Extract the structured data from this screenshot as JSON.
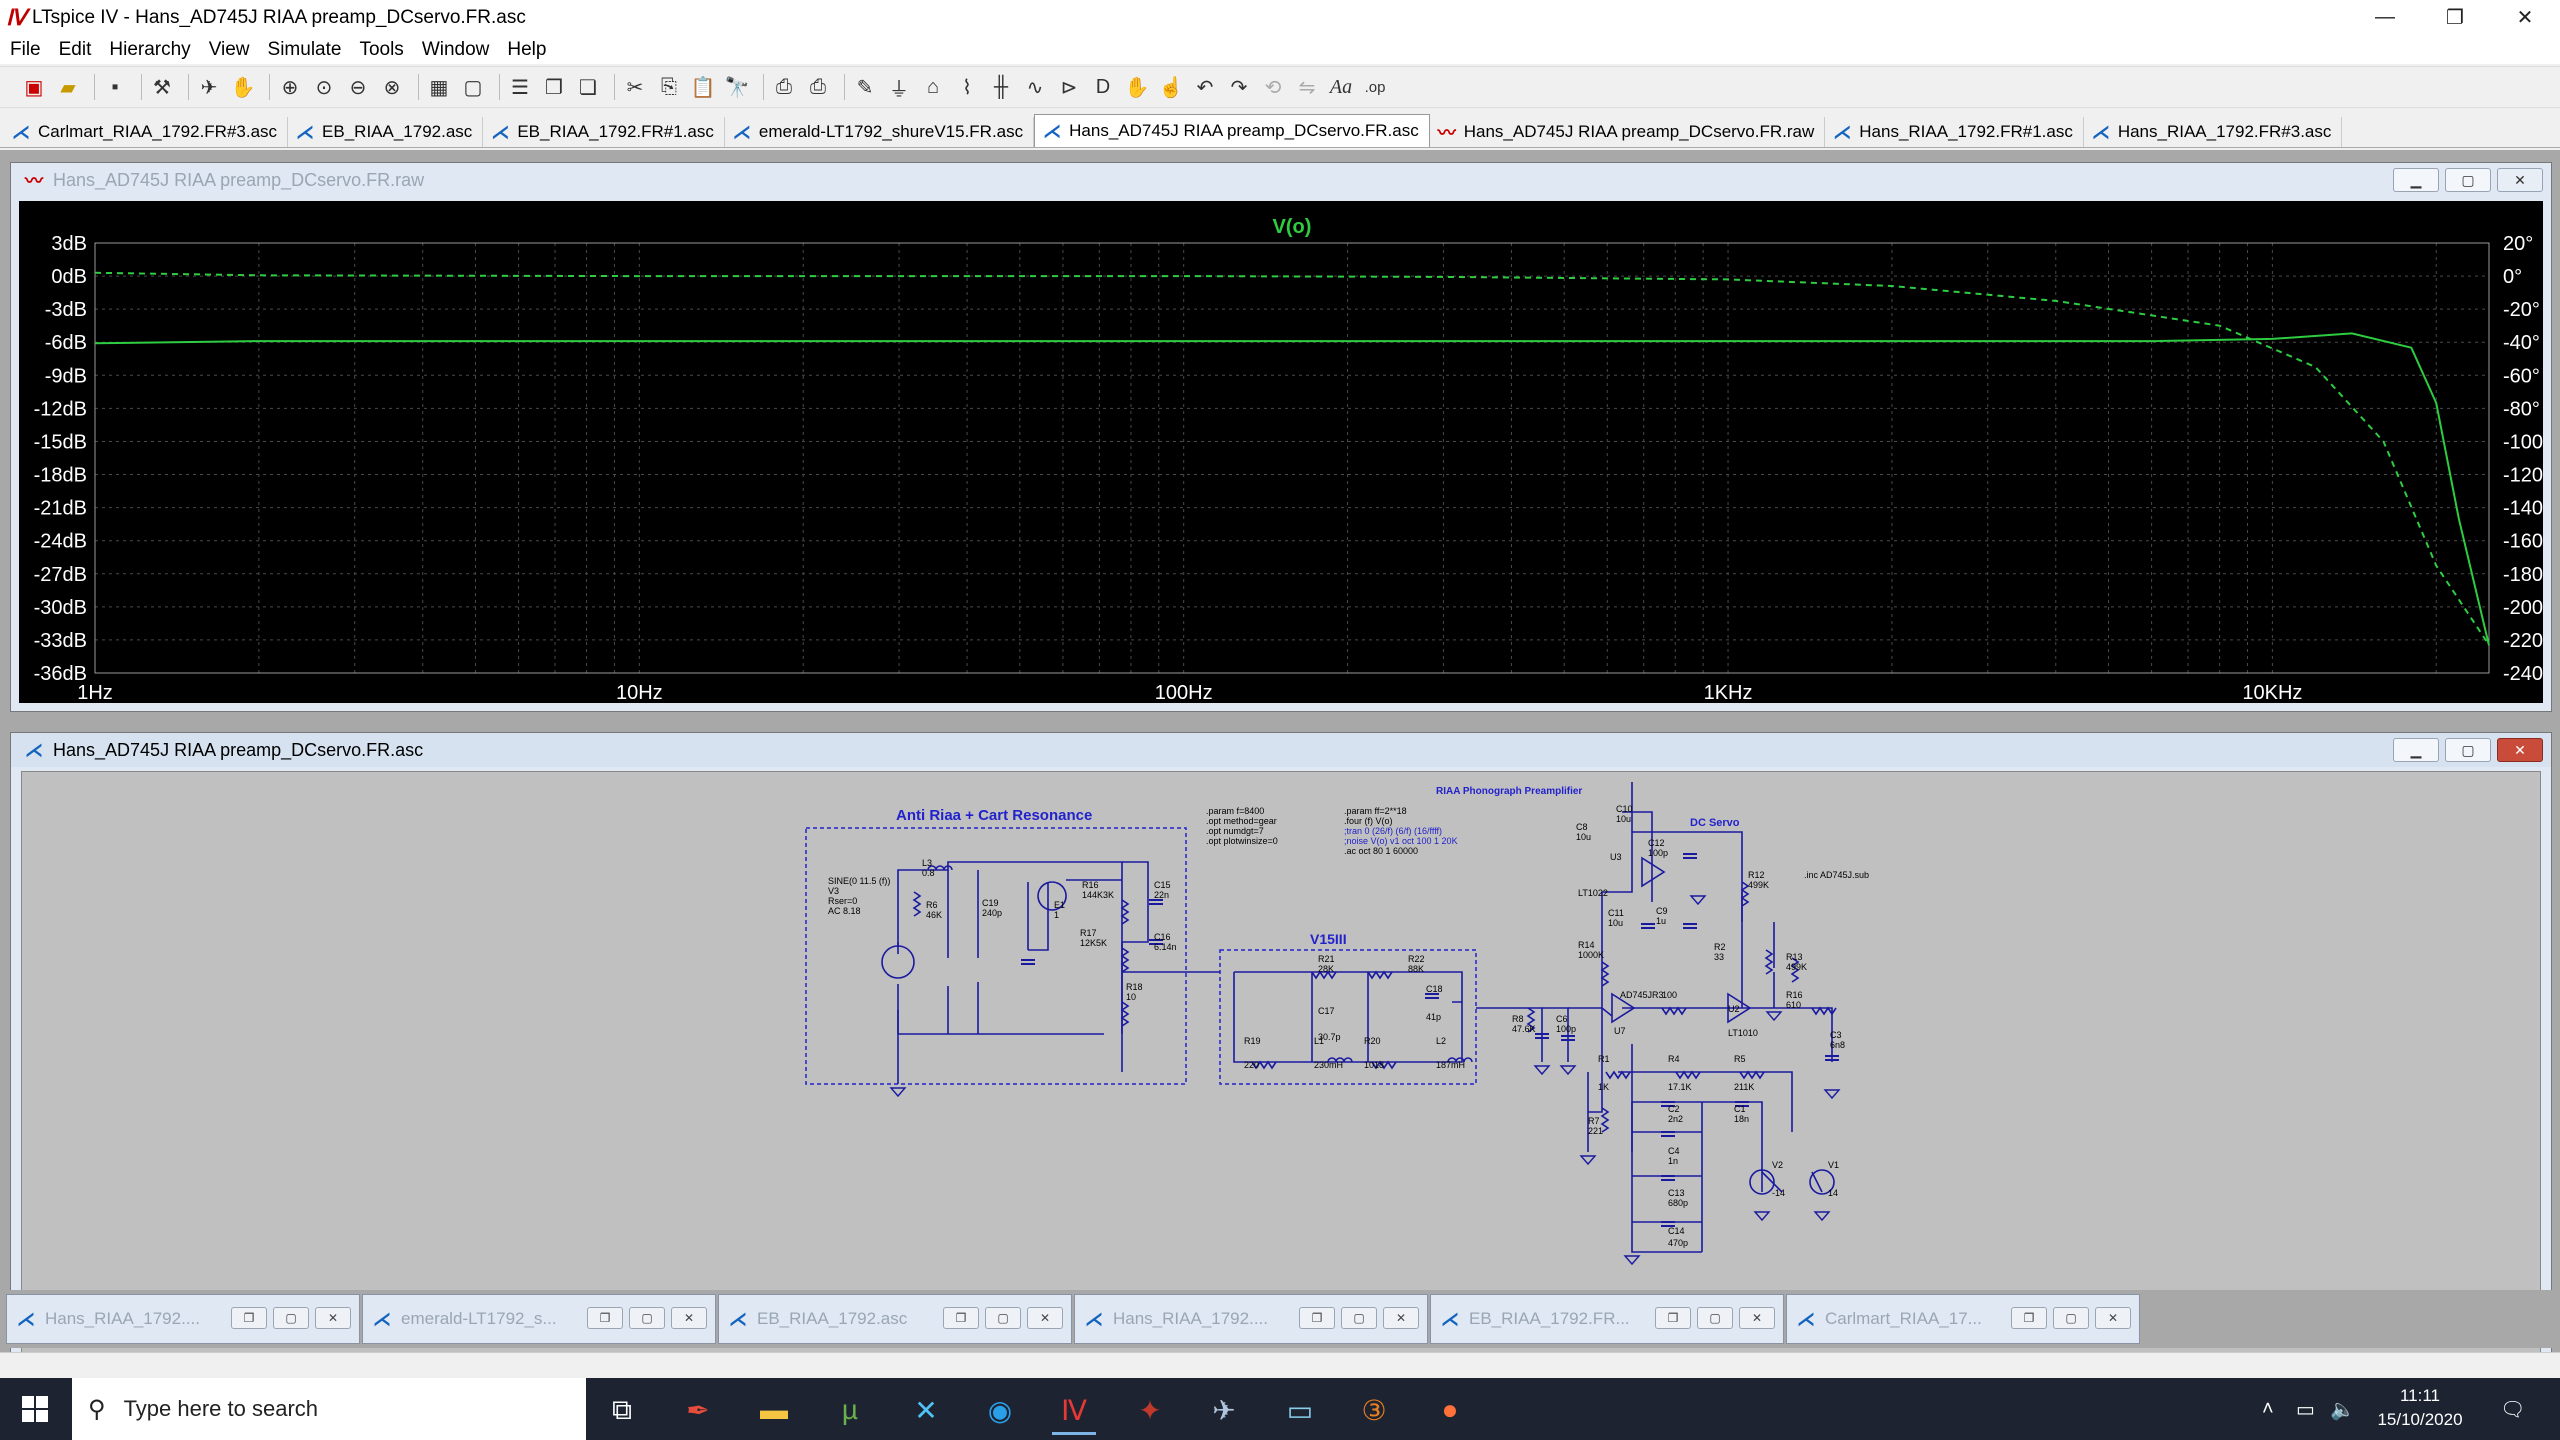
{
  "window": {
    "title": "LTspice IV - Hans_AD745J RIAA preamp_DCservo.FR.asc",
    "minimize": "—",
    "restore": "❐",
    "close": "✕"
  },
  "menu": [
    "File",
    "Edit",
    "Hierarchy",
    "View",
    "Simulate",
    "Tools",
    "Window",
    "Help"
  ],
  "doc_tabs": [
    {
      "label": "Carlmart_RIAA_1792.FR#3.asc",
      "type": "asc",
      "active": false
    },
    {
      "label": "EB_RIAA_1792.asc",
      "type": "asc",
      "active": false
    },
    {
      "label": "EB_RIAA_1792.FR#1.asc",
      "type": "asc",
      "active": false
    },
    {
      "label": "emerald-LT1792_shureV15.FR.asc",
      "type": "asc",
      "active": false
    },
    {
      "label": "Hans_AD745J RIAA preamp_DCservo.FR.asc",
      "type": "asc",
      "active": true
    },
    {
      "label": "Hans_AD745J RIAA preamp_DCservo.FR.raw",
      "type": "raw",
      "active": false
    },
    {
      "label": "Hans_RIAA_1792.FR#1.asc",
      "type": "asc",
      "active": false
    },
    {
      "label": "Hans_RIAA_1792.FR#3.asc",
      "type": "asc",
      "active": false
    }
  ],
  "plot_window": {
    "title": "Hans_AD745J RIAA preamp_DCservo.FR.raw"
  },
  "schematic_window": {
    "title": "Hans_AD745J RIAA preamp_DCservo.FR.asc"
  },
  "chart_data": {
    "type": "line",
    "title": "V(o)",
    "x_scale": "log",
    "xlim": [
      1,
      25000
    ],
    "x_ticks": [
      {
        "value": 1,
        "label": "1Hz"
      },
      {
        "value": 10,
        "label": "10Hz"
      },
      {
        "value": 100,
        "label": "100Hz"
      },
      {
        "value": 1000,
        "label": "1KHz"
      },
      {
        "value": 10000,
        "label": "10KHz"
      }
    ],
    "ylim": [
      -36,
      3
    ],
    "y_ticks": [
      3,
      0,
      -3,
      -6,
      -9,
      -12,
      -15,
      -18,
      -21,
      -24,
      -27,
      -30,
      -33,
      -36
    ],
    "y_tick_labels": [
      "3dB",
      "0dB",
      "-3dB",
      "-6dB",
      "-9dB",
      "-12dB",
      "-15dB",
      "-18dB",
      "-21dB",
      "-24dB",
      "-27dB",
      "-30dB",
      "-33dB",
      "-36dB"
    ],
    "y2lim": [
      -240,
      20
    ],
    "y2_ticks": [
      20,
      0,
      -20,
      -40,
      -60,
      -80,
      -100,
      -120,
      -140,
      -160,
      -180,
      -200,
      -220,
      -240
    ],
    "y2_tick_labels": [
      "20°",
      "0°",
      "-20°",
      "-40°",
      "-60°",
      "-80°",
      "-100°",
      "-120°",
      "-140°",
      "-160°",
      "-180°",
      "-200°",
      "-220°",
      "-240°"
    ],
    "grid": true,
    "color": "#2ecc40",
    "series": [
      {
        "style": "solid",
        "axis": "left",
        "x": [
          1,
          2,
          10,
          100,
          1000,
          3000,
          6000,
          10000,
          14000,
          18000,
          20000,
          22000,
          25000
        ],
        "y": [
          -6.1,
          -5.9,
          -5.9,
          -5.9,
          -5.9,
          -5.9,
          -5.9,
          -5.7,
          -5.2,
          -6.5,
          -11.5,
          -22,
          -33.5
        ]
      },
      {
        "style": "dashed",
        "axis": "right",
        "x": [
          1,
          2,
          10,
          100,
          300,
          1000,
          2000,
          4000,
          8000,
          12000,
          16000,
          20000,
          25000
        ],
        "y": [
          2,
          0.5,
          0,
          0,
          -0.5,
          -2,
          -6,
          -15,
          -30,
          -55,
          -100,
          -175,
          -223
        ]
      }
    ]
  },
  "schematic": {
    "box1_title": "Anti Riaa + Cart Resonance",
    "box2_title": "V15III",
    "box3_title": "RIAA Phonograph Preamplifier",
    "servo_title": "DC Servo",
    "directives_a": [
      ".param f=8400",
      ".opt method=gear",
      ".opt numdgt=7",
      ".opt plotwinsize=0"
    ],
    "directives_b": [
      ".param ff=2**18",
      ".four (f) V(o)",
      ";tran 0 (26/f) (6/f) (16/ffff)",
      ";noise V(o) v1 oct 100 1 20K",
      ".ac oct 80 1 60000"
    ],
    "include": ".inc AD745J.sub",
    "source": [
      "SINE(0 11.5 (f))",
      "V3",
      "Rser=0",
      "AC 8.18"
    ],
    "labels1": [
      "L3",
      "0.8",
      "R6",
      "46K",
      "C19",
      "240p",
      "E1",
      "1",
      "R16",
      "144K3K",
      "C15",
      "22n",
      "R17",
      "12K5K",
      "C16",
      "6.14n",
      "R18",
      "10"
    ],
    "labels2": [
      "R21",
      "28K",
      "R22",
      "88K",
      "C17",
      "30.7p",
      "C18",
      "41p",
      "R19",
      "220",
      "L1",
      "230mH",
      "R20",
      "1018",
      "L2",
      "187mH"
    ],
    "labels3": [
      "C8",
      "10u",
      "C10",
      "10u",
      "C12",
      "100p",
      "U3",
      "LT1022",
      "C11",
      "10u",
      "C9",
      "1u",
      "R12",
      "499K",
      "R14",
      "1000K",
      "R2",
      "33",
      "R13",
      "499K",
      "R8",
      "47.6K",
      "C6",
      "100p",
      "AD745JR3",
      "100",
      "U7",
      "U2",
      "LT1010",
      "R16",
      "610",
      "C3",
      "6n8",
      "R1",
      "1K",
      "R4",
      "17.1K",
      "R5",
      "211K",
      "C2",
      "2n2",
      "C1",
      "18n",
      "R7",
      "221",
      "C4",
      "1n",
      "C13",
      "680p",
      "C14",
      "470p",
      "V2",
      "-14",
      "V1",
      "14"
    ]
  },
  "minimized": [
    {
      "label": "Hans_RIAA_1792...."
    },
    {
      "label": "emerald-LT1792_s..."
    },
    {
      "label": "EB_RIAA_1792.asc"
    },
    {
      "label": "Hans_RIAA_1792...."
    },
    {
      "label": "EB_RIAA_1792.FR..."
    },
    {
      "label": "Carlmart_RIAA_17..."
    }
  ],
  "taskbar": {
    "search_placeholder": "Type here to search",
    "time": "11:11",
    "date": "15/10/2020"
  },
  "icons": {
    "app": "ltspice-icon",
    "search": "search-icon",
    "start": "windows-start-icon"
  }
}
